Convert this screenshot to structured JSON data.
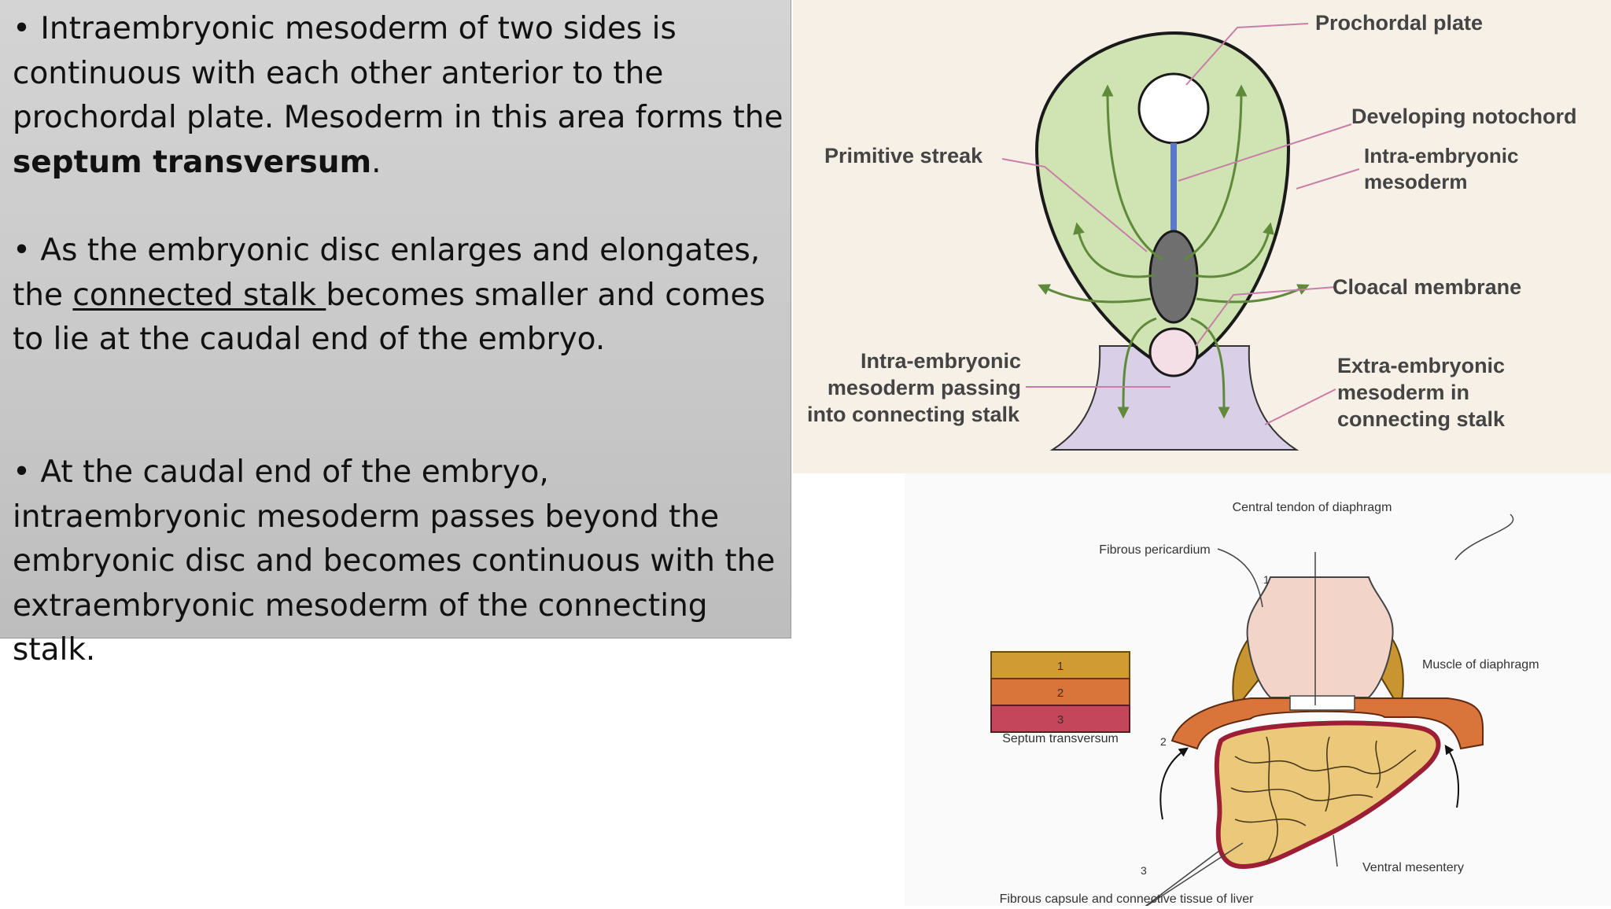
{
  "slide": {
    "para1": {
      "bullet": "•",
      "text_before": " Intraembryonic mesoderm of two sides is continuous with each other anterior to the prochordal plate. Mesoderm in this area forms the ",
      "bold_term": "septum transversum",
      "text_after": "."
    },
    "para2": {
      "bullet": "•",
      "text_before": " As the embryonic disc enlarges and elongates, the ",
      "underlined_term": "connected stalk ",
      "text_after": "becomes smaller and comes to lie at the caudal end of the embryo."
    },
    "para3": {
      "bullet": "•",
      "text": " At the caudal end of the embryo, intraembryonic mesoderm passes beyond the embryonic disc and becomes continuous with the extraembryonic mesoderm of the connecting stalk."
    }
  },
  "figure_top": {
    "labels": {
      "prochordal_plate": "Prochordal plate",
      "developing_notochord": "Developing notochord",
      "primitive_streak": "Primitive streak",
      "intra_embryonic_mesoderm_l1": "Intra-embryonic",
      "intra_embryonic_mesoderm_l2": "mesoderm",
      "cloacal_membrane": "Cloacal membrane",
      "passing_l1": "Intra-embryonic",
      "passing_l2": "mesoderm passing",
      "passing_l3": "into connecting stalk",
      "extra_l1": "Extra-embryonic",
      "extra_l2": "mesoderm in",
      "extra_l3": "connecting stalk"
    },
    "colors": {
      "background": "#f7f0e6",
      "mesoderm_green": "#cfe3b3",
      "arrow_green": "#5e8a3a",
      "notochord_blue": "#5a78c8",
      "streak_gray": "#6f6f6f",
      "leader_pink": "#c77fa8",
      "stalk_lavender": "#d9cfe6"
    }
  },
  "figure_bottom": {
    "labels": {
      "central_tendon": "Central tendon of diaphragm",
      "fibrous_pericardium": "Fibrous pericardium",
      "muscle_of_diaphragm": "Muscle of diaphragm",
      "septum_transversum": "Septum transversum",
      "ventral_mesentery": "Ventral mesentery",
      "fibrous_capsule": "Fibrous capsule and connective tissue of liver",
      "num_1": "1",
      "num_2": "2",
      "num_3": "3"
    },
    "legend": [
      {
        "num": "1",
        "color": "#d19b33"
      },
      {
        "num": "2",
        "color": "#d9743a"
      },
      {
        "num": "3",
        "color": "#c4465a"
      }
    ],
    "colors": {
      "pericardium": "#f2d4c8",
      "muscle": "#c99530",
      "septum_band": "#d9743a",
      "liver": "#ecc97a",
      "liver_capsule": "#9c1f35"
    }
  }
}
